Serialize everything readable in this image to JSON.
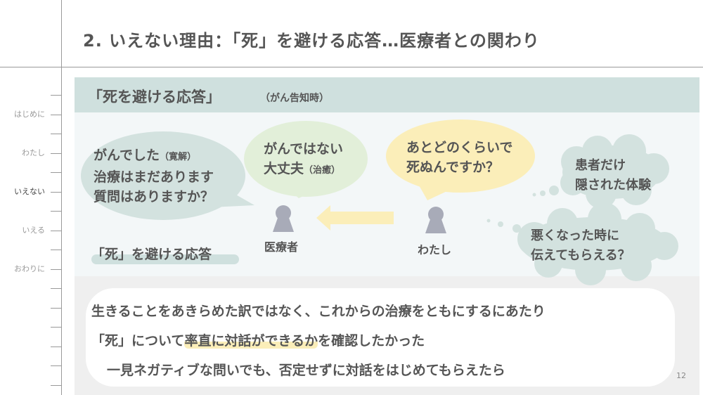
{
  "slide": {
    "title": "2. いえない理由：「死」を避ける応答…医療者との関わり",
    "page_number": "12"
  },
  "nav": {
    "items": [
      {
        "label": "はじめに",
        "active": false
      },
      {
        "label": "わたし",
        "active": false
      },
      {
        "label": "いえない",
        "active": true
      },
      {
        "label": "いえる",
        "active": false
      },
      {
        "label": "おわりに",
        "active": false
      }
    ]
  },
  "panel": {
    "header_title": "「死を避ける応答」",
    "header_sub": "（がん告知時）",
    "bubble_left": {
      "line1": "がんでした",
      "line1_note": "（寛解）",
      "line2": "治療はまだあります",
      "line3": "質問はありますか？"
    },
    "bubble_green": {
      "line1": "がんではない",
      "line2": "大丈夫",
      "line2_note": "（治癒）"
    },
    "bubble_yellow": {
      "line1": "あとどのくらいで",
      "line2": "死ぬんですか？"
    },
    "cloud_top": {
      "line1": "患者だけ",
      "line2": "隠された体験"
    },
    "cloud_bottom": {
      "line1": "悪くなった時に",
      "line2": "伝えてもらえる？"
    },
    "person_doctor": "医療者",
    "person_me": "わたし",
    "avoid_label": "「死」を避ける応答"
  },
  "summary": {
    "line1": "生きることをあきらめた訳ではなく、これからの治療をともにするにあたり",
    "line2_a": "「死」について",
    "line2_b": "率直に対話ができるか",
    "line2_c": "を確認したかった",
    "line3": "一見ネガティブな問いでも、否定せずに対話をはじめてもらえたら"
  },
  "colors": {
    "teal": "#cfe0de",
    "green": "#e2efd9",
    "yellow": "#fbeeb9",
    "person": "#a8abb8"
  }
}
